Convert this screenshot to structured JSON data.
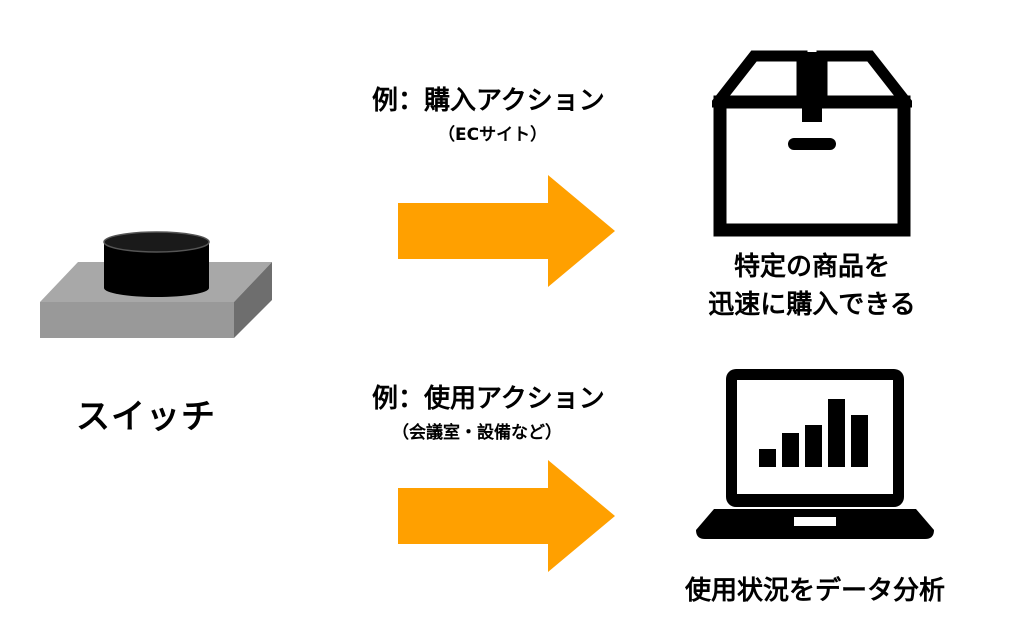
{
  "switch": {
    "label": "スイッチ",
    "icon": "push-button-switch-icon"
  },
  "actions": [
    {
      "label": "例：購入アクション",
      "sub_label": "（ECサイト）",
      "result_line1": "特定の商品を",
      "result_line2": "迅速に購入できる",
      "icon": "cardboard-box-icon"
    },
    {
      "label": "例：使用アクション",
      "sub_label": "（会議室・設備など）",
      "result": "使用状況をデータ分析",
      "icon": "laptop-bar-chart-icon"
    }
  ],
  "colors": {
    "arrow": "#FFA000",
    "switch_top": "#A8A8A8",
    "switch_front": "#999999",
    "switch_side": "#6E6E6E",
    "icon": "#000000"
  }
}
